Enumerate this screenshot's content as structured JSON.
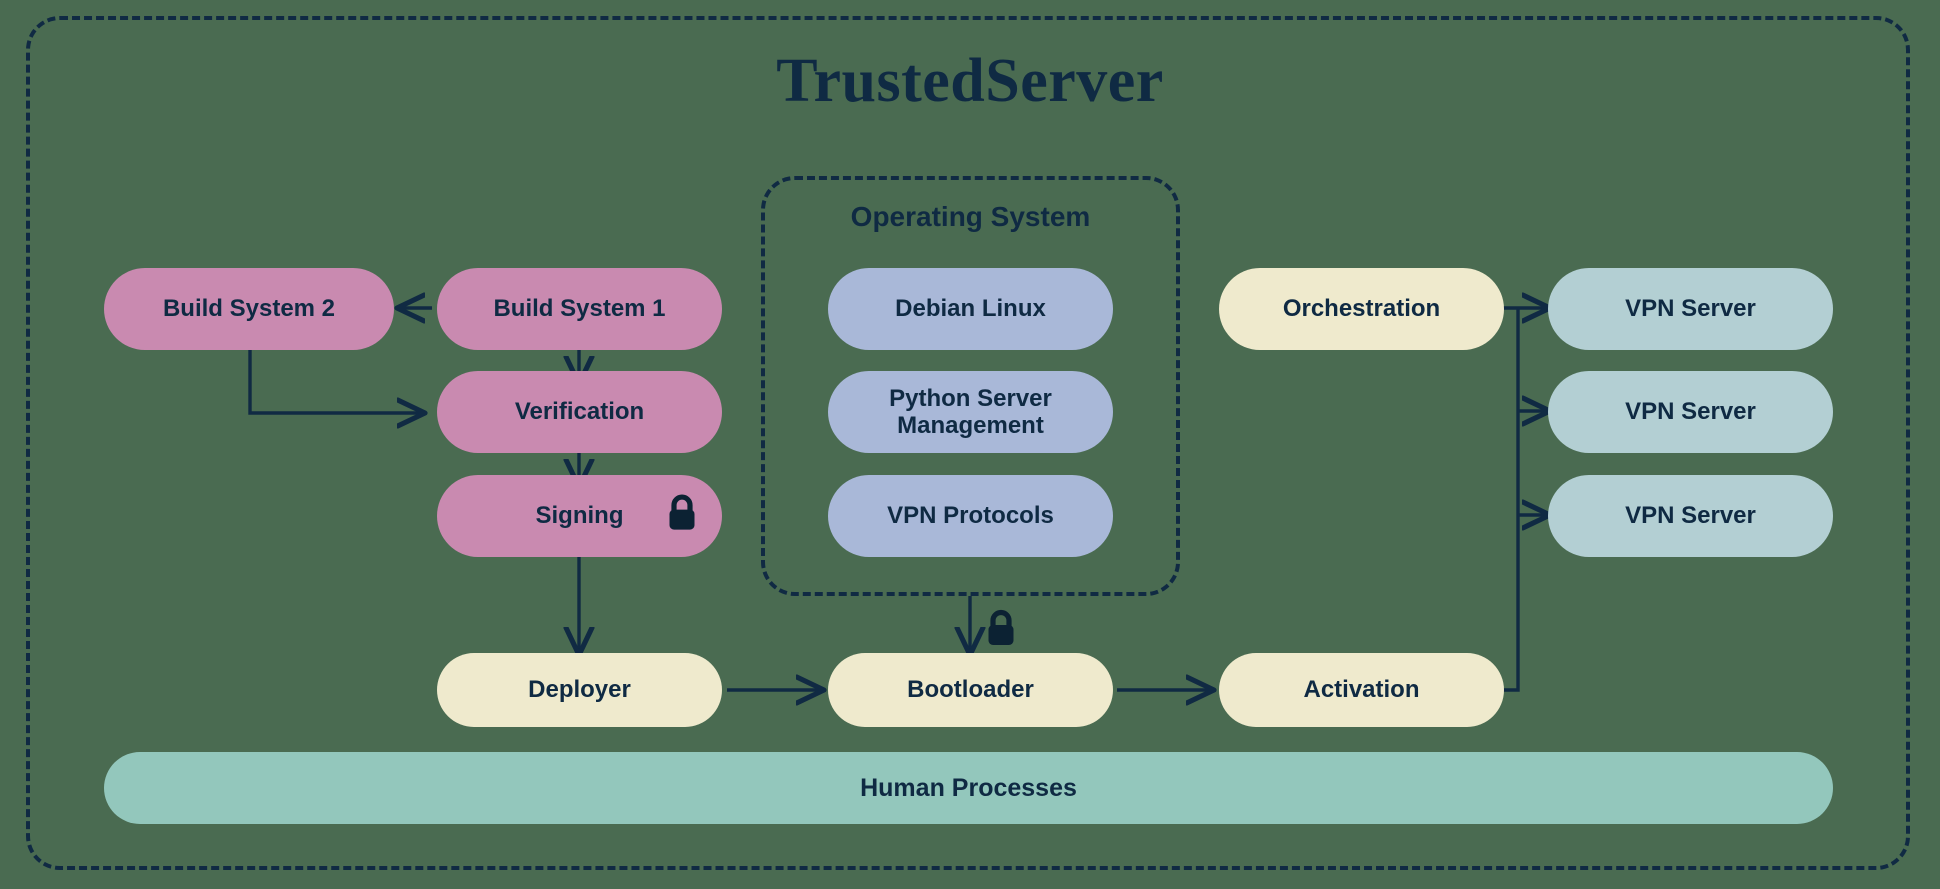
{
  "diagram": {
    "title": "TrustedServer",
    "background_color": "#4a6b51",
    "ink_color": "#102a43",
    "groups": [
      {
        "id": "operating-system",
        "label": "Operating System"
      }
    ],
    "nodes": [
      {
        "id": "build-system-2",
        "label": "Build System 2",
        "color": "#c98ab0",
        "category": "build"
      },
      {
        "id": "build-system-1",
        "label": "Build System 1",
        "color": "#c98ab0",
        "category": "build"
      },
      {
        "id": "verification",
        "label": "Verification",
        "color": "#c98ab0",
        "category": "build"
      },
      {
        "id": "signing",
        "label": "Signing",
        "color": "#c98ab0",
        "category": "build",
        "badge": "lock-icon"
      },
      {
        "id": "debian-linux",
        "label": "Debian Linux",
        "color": "#a9b8d8",
        "category": "os"
      },
      {
        "id": "python-server-management",
        "label": "Python Server\nManagement",
        "color": "#a9b8d8",
        "category": "os"
      },
      {
        "id": "vpn-protocols",
        "label": "VPN Protocols",
        "color": "#a9b8d8",
        "category": "os"
      },
      {
        "id": "orchestration",
        "label": "Orchestration",
        "color": "#efeacd",
        "category": "deploy"
      },
      {
        "id": "deployer",
        "label": "Deployer",
        "color": "#efeacd",
        "category": "deploy"
      },
      {
        "id": "bootloader",
        "label": "Bootloader",
        "color": "#efeacd",
        "category": "deploy",
        "badge": "lock-icon"
      },
      {
        "id": "activation",
        "label": "Activation",
        "color": "#efeacd",
        "category": "deploy"
      },
      {
        "id": "vpn-server-1",
        "label": "VPN Server",
        "color": "#b3cfd3",
        "category": "vpn"
      },
      {
        "id": "vpn-server-2",
        "label": "VPN Server",
        "color": "#b3cfd3",
        "category": "vpn"
      },
      {
        "id": "vpn-server-3",
        "label": "VPN Server",
        "color": "#b3cfd3",
        "category": "vpn"
      },
      {
        "id": "human-processes",
        "label": "Human Processes",
        "color": "#93c7bc",
        "category": "human"
      }
    ],
    "edges": [
      {
        "from": "build-system-1",
        "to": "build-system-2"
      },
      {
        "from": "build-system-1",
        "to": "verification"
      },
      {
        "from": "build-system-2",
        "to": "verification"
      },
      {
        "from": "verification",
        "to": "signing"
      },
      {
        "from": "signing",
        "to": "deployer"
      },
      {
        "from": "operating-system",
        "to": "bootloader",
        "badge": "lock-icon"
      },
      {
        "from": "deployer",
        "to": "bootloader"
      },
      {
        "from": "bootloader",
        "to": "activation"
      },
      {
        "from": "activation",
        "to": "vpn-server-1"
      },
      {
        "from": "activation",
        "to": "vpn-server-2"
      },
      {
        "from": "activation",
        "to": "vpn-server-3"
      },
      {
        "from": "orchestration",
        "to": "vpn-server-1"
      }
    ]
  }
}
